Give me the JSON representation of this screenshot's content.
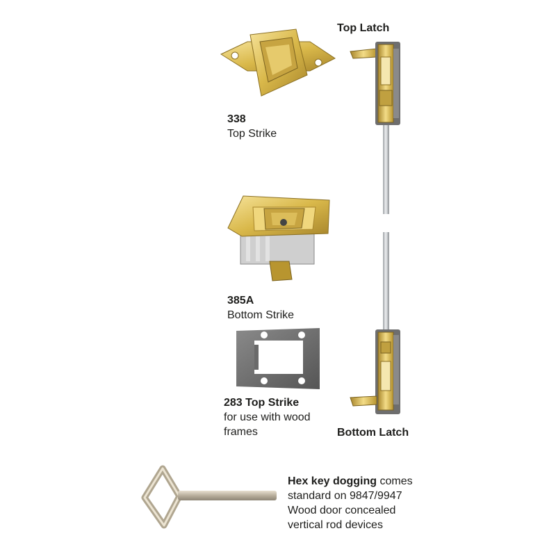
{
  "labels": {
    "top_latch": "Top Latch",
    "bottom_latch": "Bottom Latch",
    "strike_338_code": "338",
    "strike_338_name": "Top Strike",
    "strike_385a_code": "385A",
    "strike_385a_name": "Bottom Strike",
    "strike_283_title": "283 Top Strike",
    "strike_283_line1": "for use with wood",
    "strike_283_line2": "frames",
    "hex_bold": "Hex key dogging",
    "hex_rest1": " comes",
    "hex_line2": "standard on 9847/9947",
    "hex_line3": "Wood door concealed",
    "hex_line4": "vertical rod devices"
  },
  "colors": {
    "brass": "#d9b84a",
    "brass_light": "#f3dc87",
    "brass_dark": "#a8862c",
    "rod": "#c9cccf",
    "plate": "#6e6e6e",
    "text": "#1d1d1b"
  },
  "icons": [
    "strike-338-icon",
    "strike-385a-icon",
    "strike-283-icon",
    "top-latch-icon",
    "bottom-latch-icon",
    "vertical-rod-icon",
    "hex-key-icon"
  ]
}
